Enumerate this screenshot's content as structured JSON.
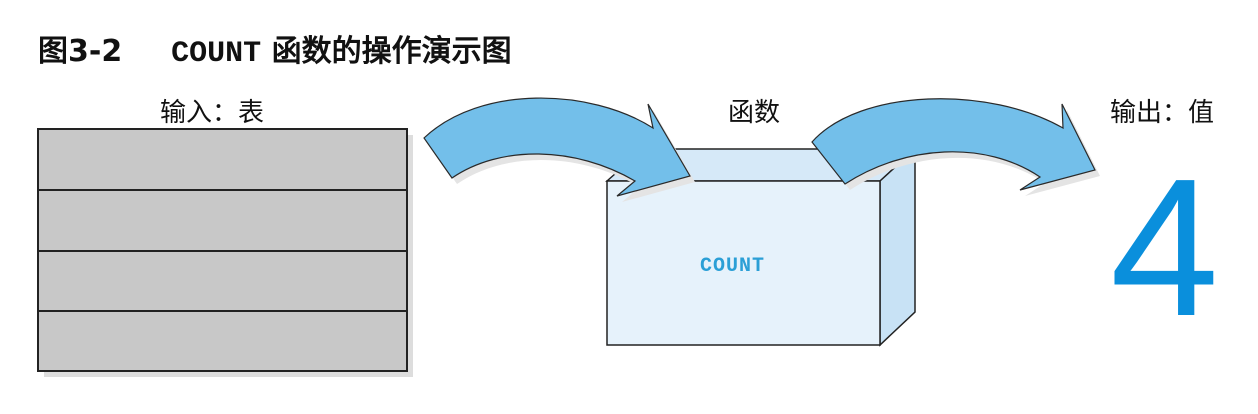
{
  "title": {
    "figure_no": "图3-2",
    "keyword": "COUNT",
    "text": "函数的操作演示图"
  },
  "labels": {
    "input": "输入：表",
    "function": "函数",
    "output": "输出：值"
  },
  "function_box": {
    "name": "COUNT"
  },
  "output_value": "4",
  "table": {
    "row_count": 4
  },
  "colors": {
    "arrow_fill": "#73bfea",
    "box_front": "#e6f2fb",
    "box_side": "#c8e2f5",
    "result": "#0a8fdc",
    "table_row": "#c8c8c8",
    "function_label": "#2b9fd6"
  }
}
